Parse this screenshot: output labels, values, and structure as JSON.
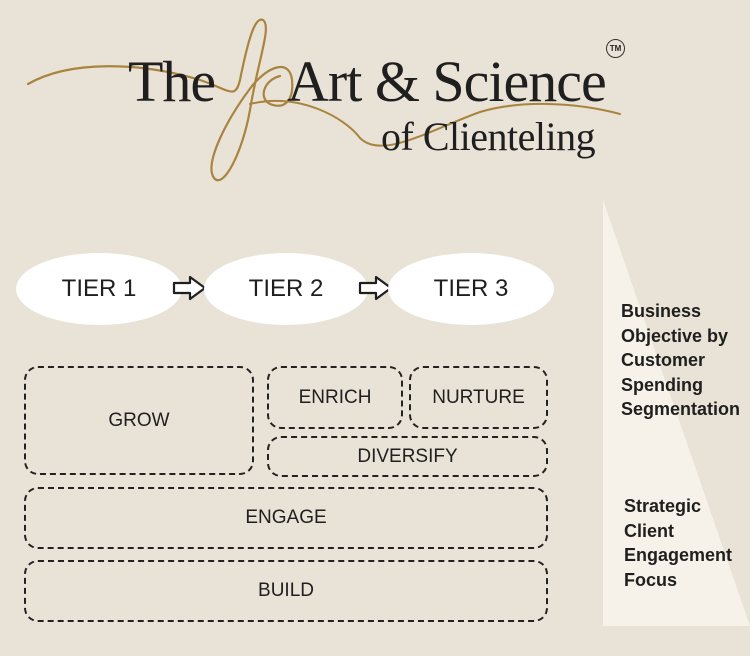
{
  "logo": {
    "the": "The",
    "art_science": "Art & Science",
    "subline": "of Clienteling",
    "trademark": "TM"
  },
  "tiers": [
    {
      "label": "TIER 1"
    },
    {
      "label": "TIER 2"
    },
    {
      "label": "TIER 3"
    }
  ],
  "blocks": {
    "grow": "GROW",
    "enrich": "ENRICH",
    "nurture": "NURTURE",
    "diversify": "DIVERSIFY",
    "engage": "ENGAGE",
    "build": "BUILD"
  },
  "side_labels": {
    "business_objective": [
      "Business",
      "Objective by",
      "Customer",
      "Spending",
      "Segmentation"
    ],
    "strategic_focus": [
      "Strategic",
      "Client",
      "Engagement",
      "Focus"
    ]
  },
  "colors": {
    "background": "#e9e2d6",
    "gold": "#a8843f",
    "ink": "#1f1f1f",
    "tier_fill": "#ffffff",
    "wedge": "#f6f2ea"
  }
}
